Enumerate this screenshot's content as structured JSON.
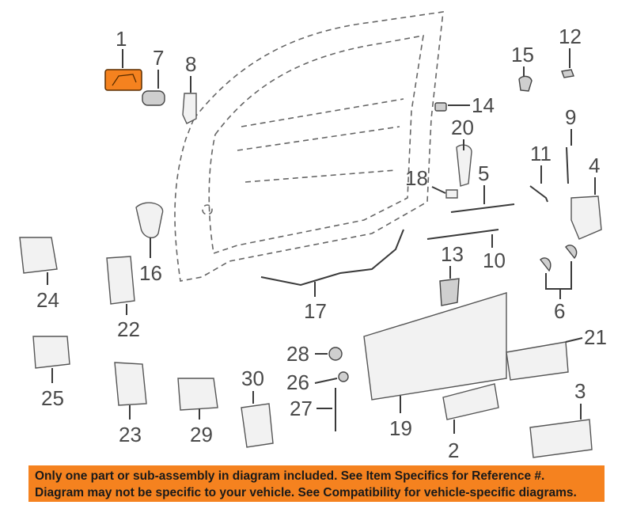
{
  "diagram": {
    "highlight_color": "#f5821f",
    "callouts": [
      "1",
      "2",
      "3",
      "4",
      "5",
      "6",
      "7",
      "8",
      "9",
      "10",
      "11",
      "12",
      "13",
      "14",
      "15",
      "16",
      "17",
      "18",
      "19",
      "20",
      "21",
      "22",
      "23",
      "24",
      "25",
      "26",
      "27",
      "28",
      "29",
      "30"
    ]
  },
  "notice": {
    "line1": "Only one part or sub-assembly in diagram included. See Item Specifics for Reference #.",
    "line2": "Diagram may not be specific to your vehicle. See Compatibility for vehicle-specific diagrams.",
    "background": "#f5821f"
  }
}
